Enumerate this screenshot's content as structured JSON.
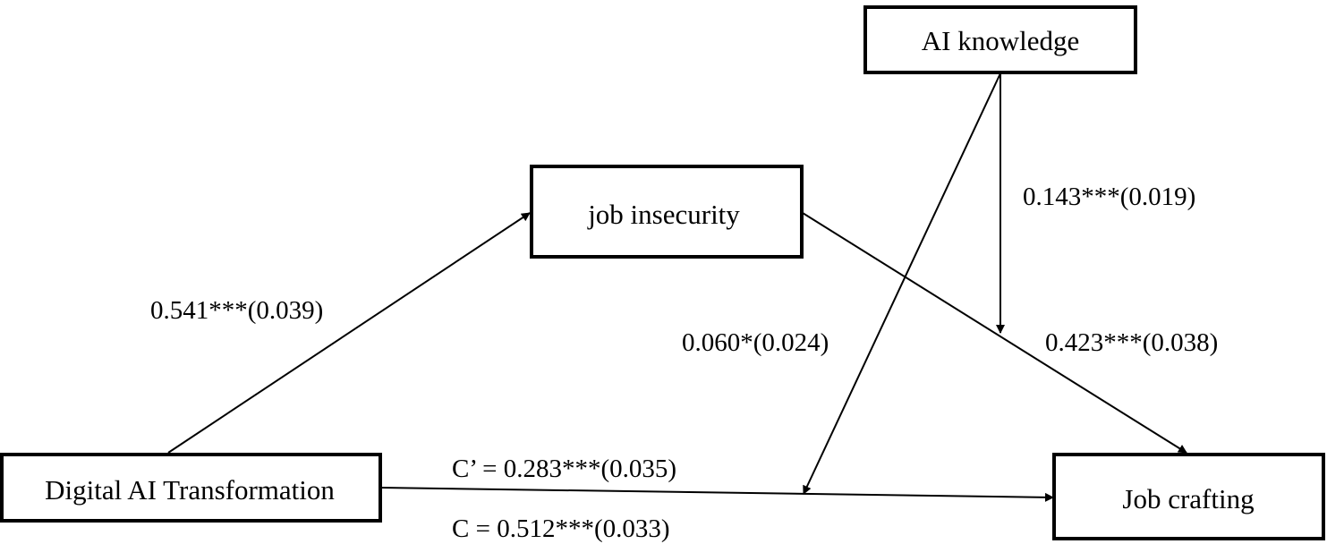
{
  "nodes": {
    "ai_knowledge": "AI knowledge",
    "job_insecurity": "job insecurity",
    "digital_ai_transformation": "Digital AI Transformation",
    "job_crafting": "Job crafting"
  },
  "paths": {
    "a_path": "0.541***(0.039)",
    "b_path": "0.423***(0.038)",
    "moderation_b": "0.143***(0.019)",
    "moderation_c": "0.060*(0.024)",
    "direct_effect": "C’ = 0.283***(0.035)",
    "total_effect": "C = 0.512***(0.033)"
  }
}
